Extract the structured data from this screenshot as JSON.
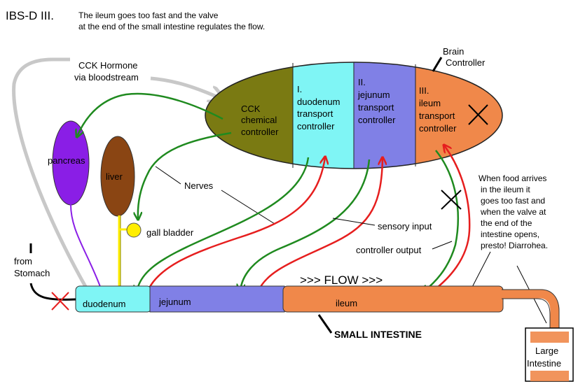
{
  "header": {
    "code": "IBS-D III.",
    "subtitle_line1": "The ileum goes too fast and the valve",
    "subtitle_line2": "at the end of the small intestine regulates the flow."
  },
  "brain": {
    "label_line1": "Brain",
    "label_line2": "Controller",
    "cck": [
      "CCK",
      "chemical",
      "controller"
    ],
    "duodenum": [
      "I.",
      "duodenum",
      "transport",
      "controller"
    ],
    "jejunum": [
      "II.",
      "jejunum",
      "transport",
      "controller"
    ],
    "ileum": [
      "III.",
      "ileum",
      "transport",
      "controller"
    ]
  },
  "labels": {
    "cck_hormone_line1": "CCK Hormone",
    "cck_hormone_line2": "via bloodstream",
    "pancreas": "pancreas",
    "liver": "liver",
    "gall_bladder": "gall bladder",
    "nerves": "Nerves",
    "sensory_input": "sensory input",
    "controller_output": "controller output",
    "from_stomach_line1": "from",
    "from_stomach_line2": "Stomach",
    "flow": ">>> FLOW >>>",
    "small_intestine": "SMALL INTESTINE",
    "large_intestine_line1": "Large",
    "large_intestine_line2": "Intestine"
  },
  "segments": {
    "duodenum": "duodenum",
    "jejunum": "jejunum",
    "ileum": "ileum"
  },
  "note": [
    "When food arrives",
    "in the ileum it",
    "goes too fast and",
    "when the valve at",
    "the end of the",
    "intestine opens,",
    "presto! Diarrohea."
  ],
  "colors": {
    "cck": "#7a7a12",
    "duodenum": "#7ff5f5",
    "jejunum": "#8080e6",
    "ileum": "#f0884a",
    "pancreas": "#8a1ee6",
    "liver": "#8a4513",
    "gall_bladder": "#ffee00",
    "green_arrow": "#1f8a1f",
    "red_arrow": "#e61e1e"
  }
}
